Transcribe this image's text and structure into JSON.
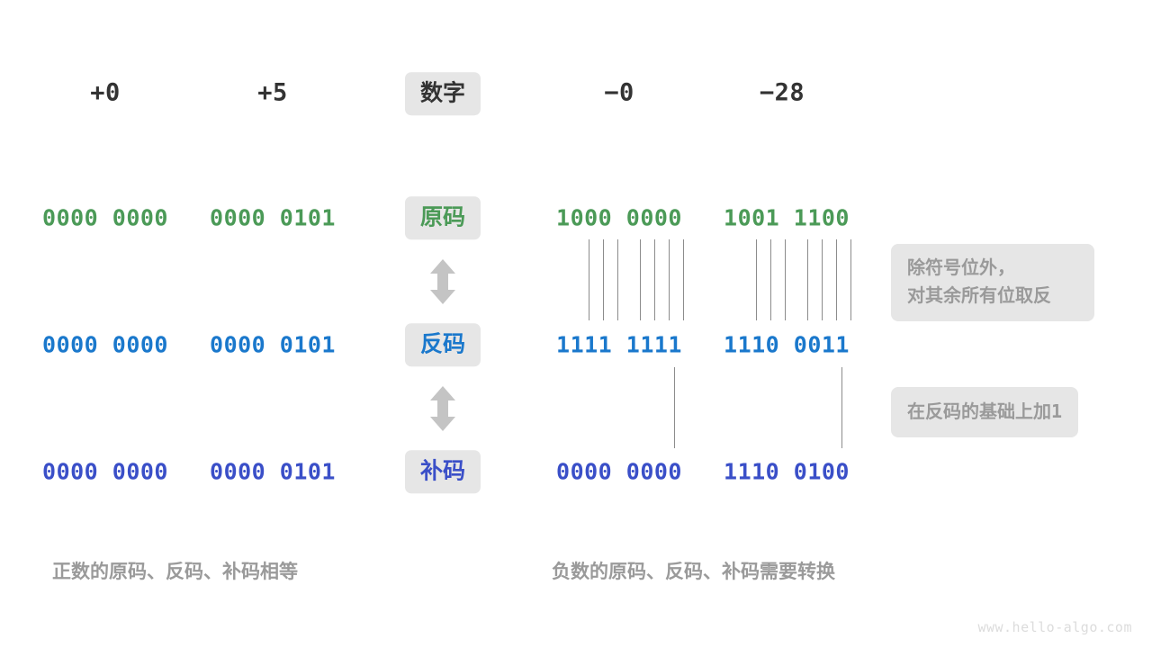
{
  "diagram": {
    "title_row": {
      "label_chip": "数字",
      "columns": [
        {
          "name": "plus-zero",
          "value": "+0"
        },
        {
          "name": "plus-five",
          "value": "+5"
        },
        {
          "name": "minus-zero",
          "value": "−0"
        },
        {
          "name": "minus-28",
          "value": "−28"
        }
      ]
    },
    "rows": [
      {
        "chip": "原码",
        "chip_style": "chip-green",
        "bit_style": "c-green",
        "cells": [
          "0000 0000",
          "0000 0101",
          "1000 0000",
          "1001 1100"
        ]
      },
      {
        "chip": "反码",
        "chip_style": "chip-blue",
        "bit_style": "c-blue",
        "cells": [
          "0000 0000",
          "0000 0101",
          "1111 1111",
          "1110 0011"
        ]
      },
      {
        "chip": "补码",
        "chip_style": "chip-indigo",
        "bit_style": "c-indigo",
        "cells": [
          "0000 0000",
          "0000 0101",
          "0000 0000",
          "1110 0100"
        ]
      }
    ],
    "notes": [
      {
        "name": "note-invert-bits",
        "text": "除符号位外，\n对其余所有位取反"
      },
      {
        "name": "note-add-one",
        "text_main": "在反码的基础上加",
        "text_mono": "1"
      }
    ],
    "captions": [
      {
        "name": "caption-positive",
        "text": "正数的原码、反码、补码相等"
      },
      {
        "name": "caption-negative",
        "text": "负数的原码、反码、补码需要转换"
      }
    ],
    "arrows": [
      {
        "name": "arrow-yuanma-to-fanma",
        "glyph": "up-down-arrow-icon"
      },
      {
        "name": "arrow-fanma-to-buma",
        "glyph": "up-down-arrow-icon"
      }
    ],
    "watermark": "www.hello-algo.com",
    "colors": {
      "green": "#4b9a57",
      "blue": "#1a78cc",
      "indigo": "#3a4fc8",
      "chip_bg": "#e6e6e6",
      "muted_text": "#9a9a9a",
      "dark_text": "#333333",
      "connector": "#8c8c8c"
    }
  }
}
